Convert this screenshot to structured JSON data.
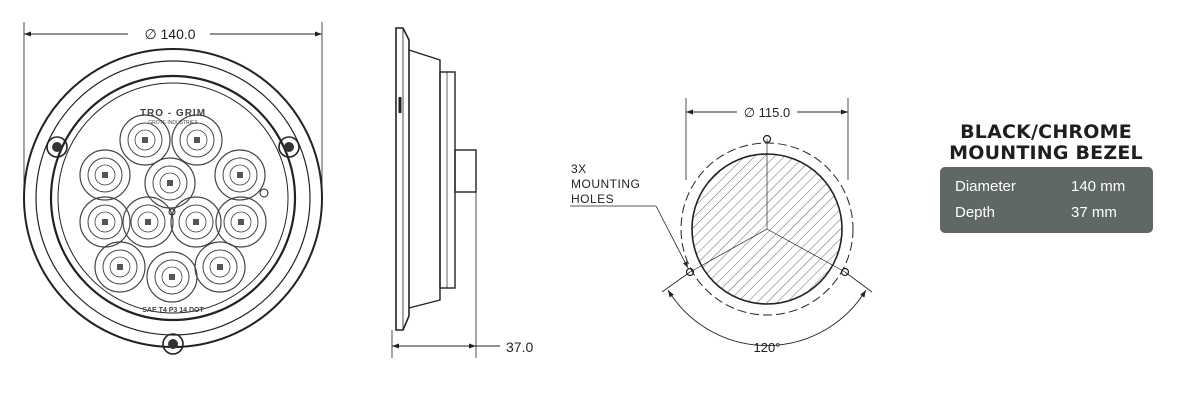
{
  "dimensions": {
    "front_diameter": "∅ 140.0",
    "side_depth": "37.0",
    "hole_circle_diameter": "∅ 115.0",
    "hole_angle": "120°"
  },
  "callout": {
    "line1": "3X",
    "line2": "MOUNTING",
    "line3": "HOLES"
  },
  "lamp_markings": {
    "brand": "TRO - GRIM",
    "sub_brand": "GROTE INDUSTRIES",
    "bottom_code": "SAE T4 P3 14 DOT"
  },
  "product": {
    "title_line1": "BLACK/CHROME",
    "title_line2": "MOUNTING BEZEL"
  },
  "specs": {
    "panel_color": "#5f6866",
    "rows": [
      {
        "label": "Diameter",
        "value": "140 mm"
      },
      {
        "label": "Depth",
        "value": "37 mm"
      }
    ]
  }
}
